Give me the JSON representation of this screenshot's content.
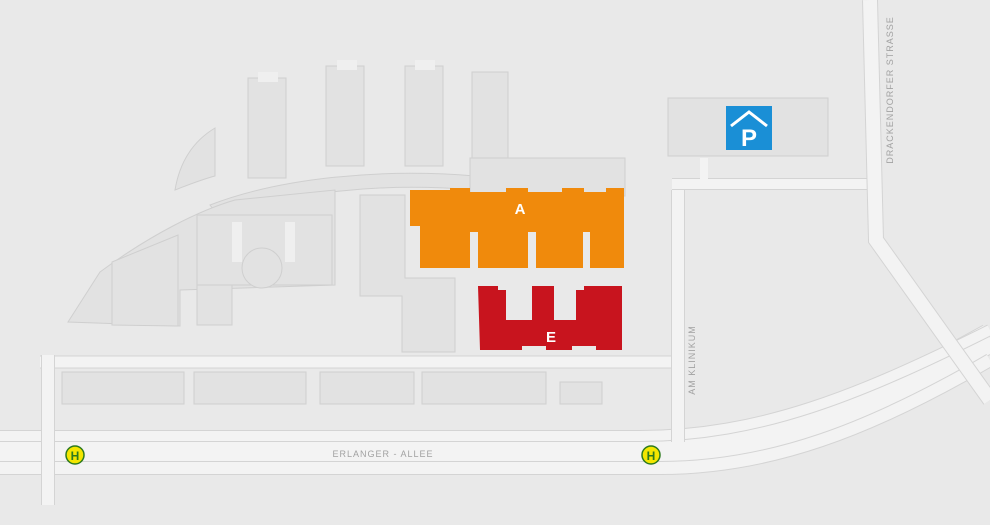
{
  "map": {
    "streets": {
      "erlanger_allee": "ERLANGER - ALLEE",
      "am_klinikum": "AM KLINIKUM",
      "drackendorfer_strasse": "DRACKENDORFER STRASSE"
    },
    "buildings": {
      "a": {
        "label": "A",
        "color": "#f08a0c"
      },
      "e": {
        "label": "E",
        "color": "#c8141e"
      }
    },
    "parking": {
      "label": "P",
      "color": "#1a8fd6"
    },
    "bus_stops": [
      {
        "label": "H",
        "color": "#f3e600"
      },
      {
        "label": "H",
        "color": "#f3e600"
      }
    ],
    "colors": {
      "background": "#e9e9e9",
      "road": "#f3f3f3",
      "building": "#e2e2e2"
    }
  }
}
